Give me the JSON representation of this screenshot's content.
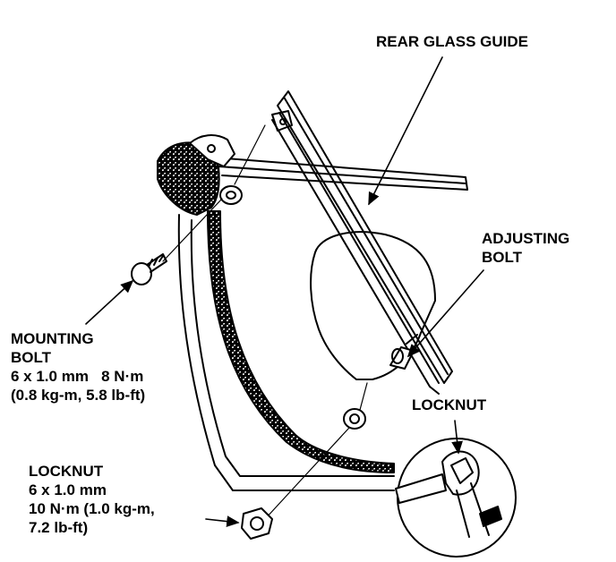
{
  "labels": {
    "rear_glass_guide": "REAR GLASS GUIDE",
    "adjusting_bolt": [
      "ADJUSTING",
      "BOLT"
    ],
    "locknut_detail": "LOCKNUT",
    "mounting_bolt": [
      "MOUNTING",
      "BOLT",
      "6 x 1.0 mm   8 N·m",
      "(0.8 kg-m, 5.8 lb-ft)"
    ],
    "locknut_spec": [
      "LOCKNUT",
      "6 x 1.0 mm",
      "10 N·m (1.0 kg-m,",
      "7.2 lb-ft)"
    ]
  },
  "colors": {
    "ink": "#000000",
    "paper": "#ffffff"
  }
}
